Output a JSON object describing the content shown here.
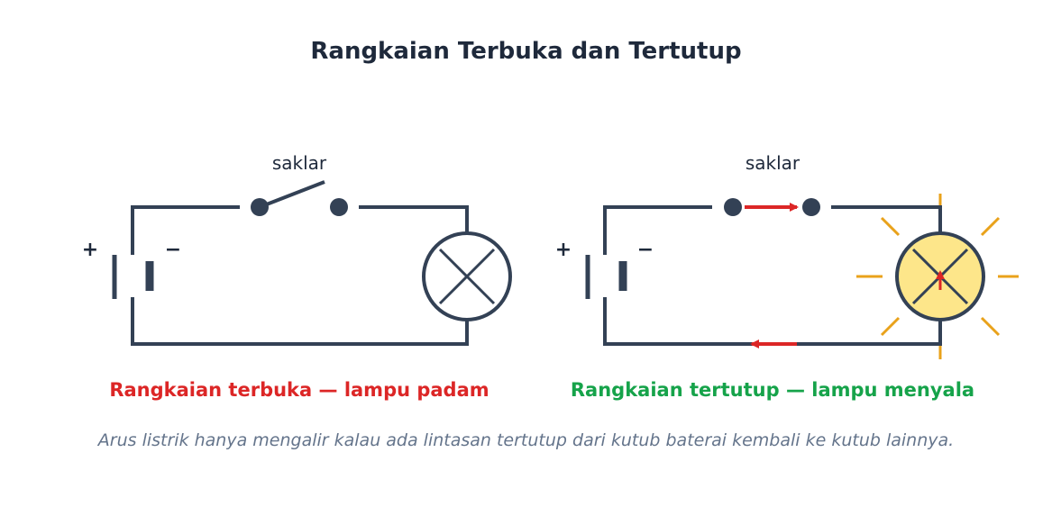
{
  "title": "Rangkaian Terbuka dan Tertutup",
  "circuits": [
    {
      "state": "open",
      "switch_label": "saklar",
      "plus_sign": "+",
      "minus_sign": "−",
      "caption": "Rangkaian terbuka — lampu padam",
      "lamp_on": false
    },
    {
      "state": "closed",
      "switch_label": "saklar",
      "plus_sign": "+",
      "minus_sign": "−",
      "caption": "Rangkaian tertutup — lampu menyala",
      "lamp_on": true
    }
  ],
  "footnote": "Arus listrik hanya mengalir kalau ada lintasan tertutup dari kutub baterai kembali ke kutub lainnya.",
  "colors": {
    "wire": "#334155",
    "title": "#1e293b",
    "open_caption": "#dc2626",
    "closed_caption": "#16a34a",
    "current_arrow": "#dc2626",
    "lamp_glow": "#fde68a",
    "light_rays": "#e9a21b",
    "footnote": "#64748b"
  }
}
